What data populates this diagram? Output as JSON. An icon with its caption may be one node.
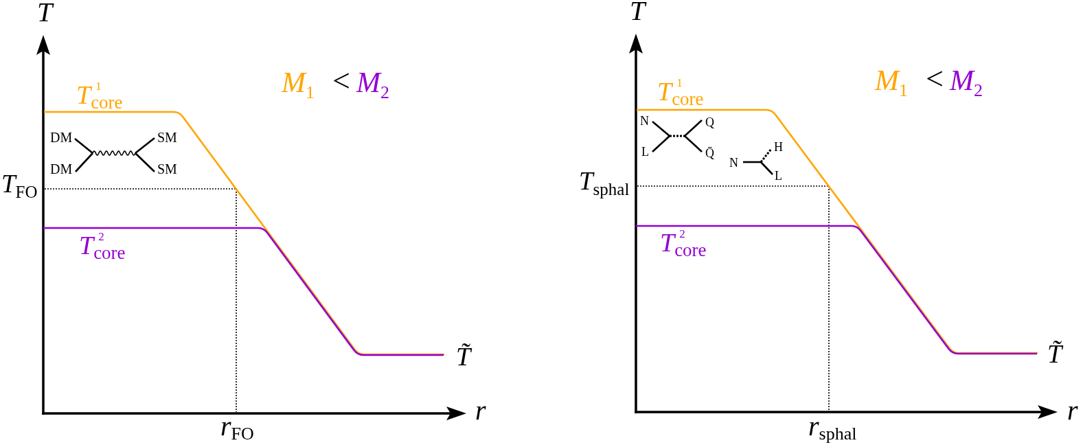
{
  "diagram": {
    "labels": [
      "T",
      "*T*$^{1}$$_{core}$",
      "*M*$_{1}$",
      "<",
      "*M*$_{2}$",
      "DM",
      "SM",
      "DM",
      "SM",
      "*T*$_{FO}$",
      "*T*$^{2}$$_{core}$",
      "T̃",
      "r",
      "*r*$_{FO}$",
      "T",
      "*T*$^{1}$$_{core}$",
      "*M*$_{1}$",
      "<",
      "*M*$_{2}$",
      "N",
      "Q",
      "L",
      "Q̄",
      "H",
      "N",
      "L",
      "*T*$_{sphal}$",
      "*T*$^{2}$$_{core}$",
      "T̃",
      "r",
      "*r*$_{sphal}$"
    ]
  }
}
